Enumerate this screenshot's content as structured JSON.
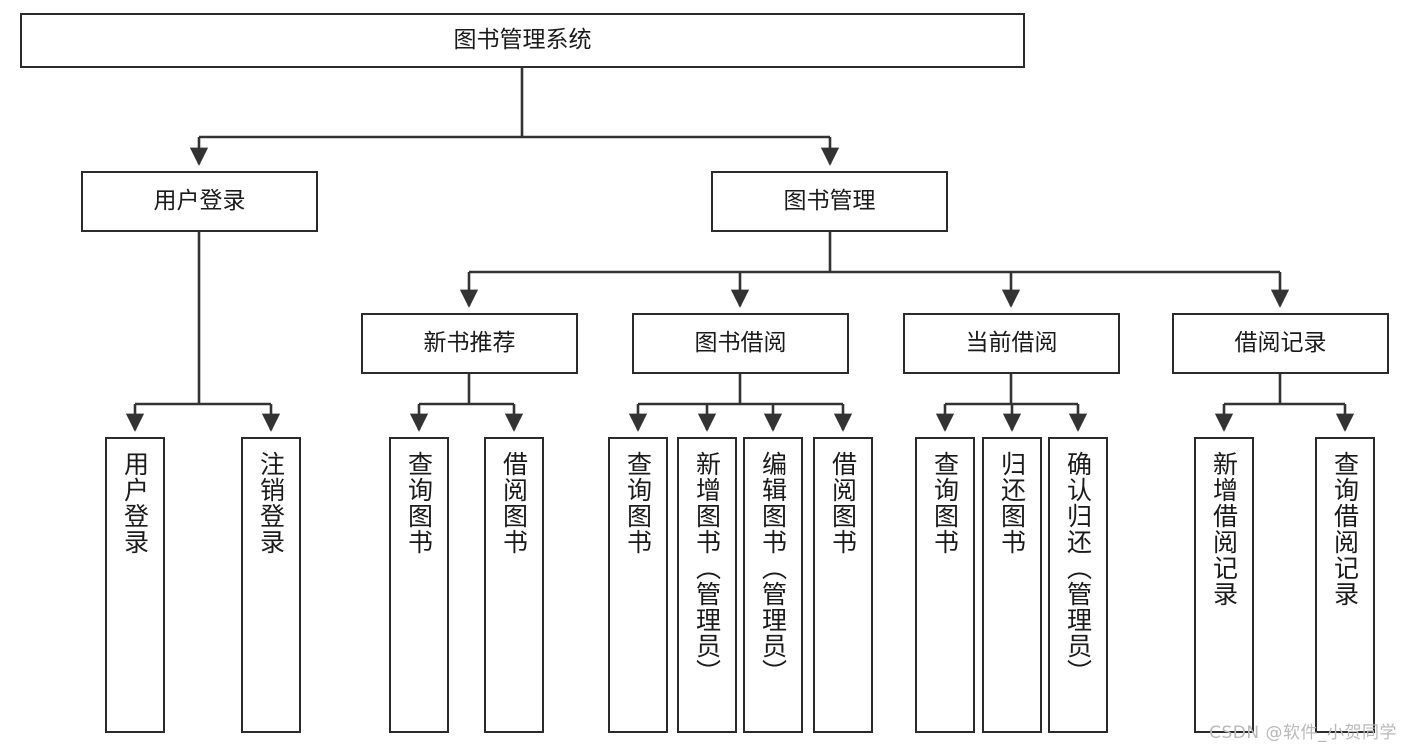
{
  "diagram": {
    "type": "tree-hierarchy",
    "title": "图书管理系统",
    "watermark": "CSDN @软件_小贺同学",
    "colors": {
      "box_border": "#2b2b2b",
      "box_fill": "#ffffff",
      "connector": "#333333",
      "text": "#1a1a1a",
      "watermark": "#b9b9b9",
      "background": "#ffffff"
    },
    "levels": {
      "root": {
        "label": "图书管理系统"
      },
      "level2": [
        {
          "label": "用户登录"
        },
        {
          "label": "图书管理"
        }
      ],
      "level3": [
        {
          "label": "新书推荐"
        },
        {
          "label": "图书借阅"
        },
        {
          "label": "当前借阅"
        },
        {
          "label": "借阅记录"
        }
      ],
      "leaves": {
        "user_login": [
          {
            "label": "用户登录"
          },
          {
            "label": "注销登录"
          }
        ],
        "new_book_recommend": [
          {
            "label": "查询图书"
          },
          {
            "label": "借阅图书"
          }
        ],
        "book_borrow": [
          {
            "label": "查询图书"
          },
          {
            "label": "新增图书（管理员）"
          },
          {
            "label": "编辑图书（管理员）"
          },
          {
            "label": "借阅图书"
          }
        ],
        "current_borrow": [
          {
            "label": "查询图书"
          },
          {
            "label": "归还图书"
          },
          {
            "label": "确认归还（管理员）"
          }
        ],
        "borrow_record": [
          {
            "label": "新增借阅记录"
          },
          {
            "label": "查询借阅记录"
          }
        ]
      }
    }
  }
}
